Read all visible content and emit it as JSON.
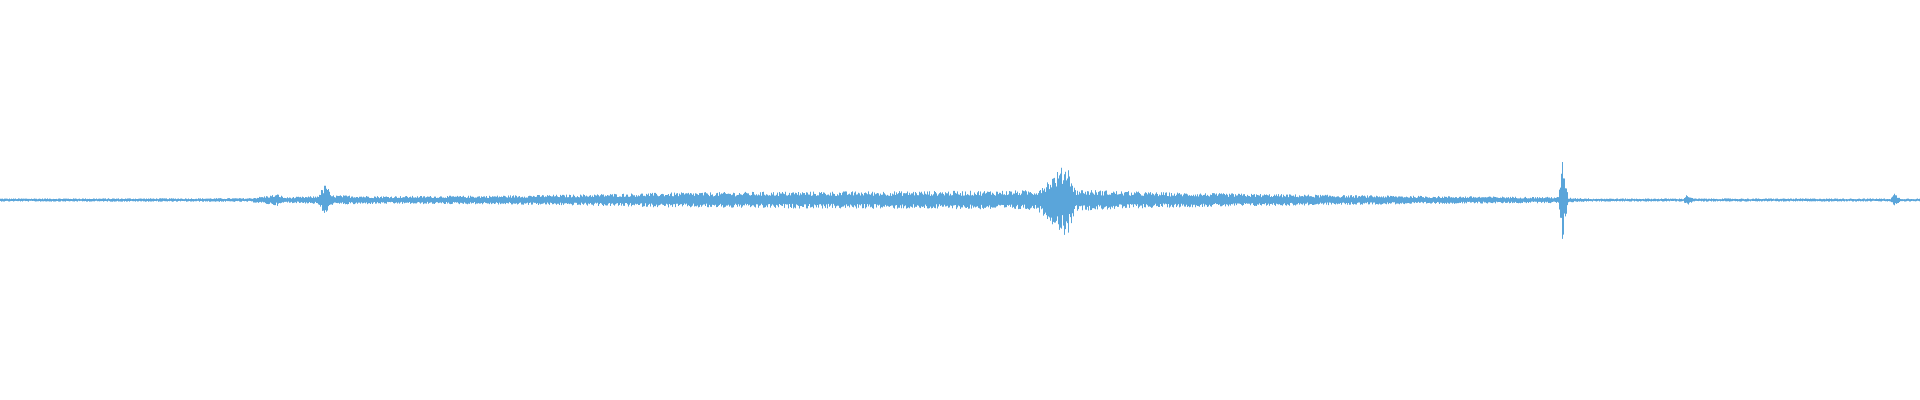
{
  "waveform": {
    "color": "#5aa5da",
    "background": "#ffffff",
    "duration_seconds": null,
    "amplitude_profile": [
      {
        "t": 0.0,
        "amp": 0.008
      },
      {
        "t": 0.1,
        "amp": 0.009
      },
      {
        "t": 0.13,
        "amp": 0.01
      },
      {
        "t": 0.145,
        "amp": 0.03
      },
      {
        "t": 0.148,
        "amp": 0.014
      },
      {
        "t": 0.165,
        "amp": 0.02
      },
      {
        "t": 0.17,
        "amp": 0.09
      },
      {
        "t": 0.172,
        "amp": 0.025
      },
      {
        "t": 0.2,
        "amp": 0.02
      },
      {
        "t": 0.25,
        "amp": 0.022
      },
      {
        "t": 0.3,
        "amp": 0.028
      },
      {
        "t": 0.35,
        "amp": 0.038
      },
      {
        "t": 0.4,
        "amp": 0.042
      },
      {
        "t": 0.45,
        "amp": 0.044
      },
      {
        "t": 0.5,
        "amp": 0.046
      },
      {
        "t": 0.54,
        "amp": 0.05
      },
      {
        "t": 0.556,
        "amp": 0.19
      },
      {
        "t": 0.56,
        "amp": 0.055
      },
      {
        "t": 0.6,
        "amp": 0.04
      },
      {
        "t": 0.65,
        "amp": 0.032
      },
      {
        "t": 0.7,
        "amp": 0.025
      },
      {
        "t": 0.75,
        "amp": 0.02
      },
      {
        "t": 0.8,
        "amp": 0.016
      },
      {
        "t": 0.812,
        "amp": 0.016
      },
      {
        "t": 0.814,
        "amp": 0.21
      },
      {
        "t": 0.817,
        "amp": 0.012
      },
      {
        "t": 0.83,
        "amp": 0.008
      },
      {
        "t": 0.877,
        "amp": 0.008
      },
      {
        "t": 0.879,
        "amp": 0.03
      },
      {
        "t": 0.882,
        "amp": 0.008
      },
      {
        "t": 0.985,
        "amp": 0.008
      },
      {
        "t": 0.987,
        "amp": 0.035
      },
      {
        "t": 0.99,
        "amp": 0.008
      },
      {
        "t": 1.0,
        "amp": 0.008
      }
    ]
  }
}
